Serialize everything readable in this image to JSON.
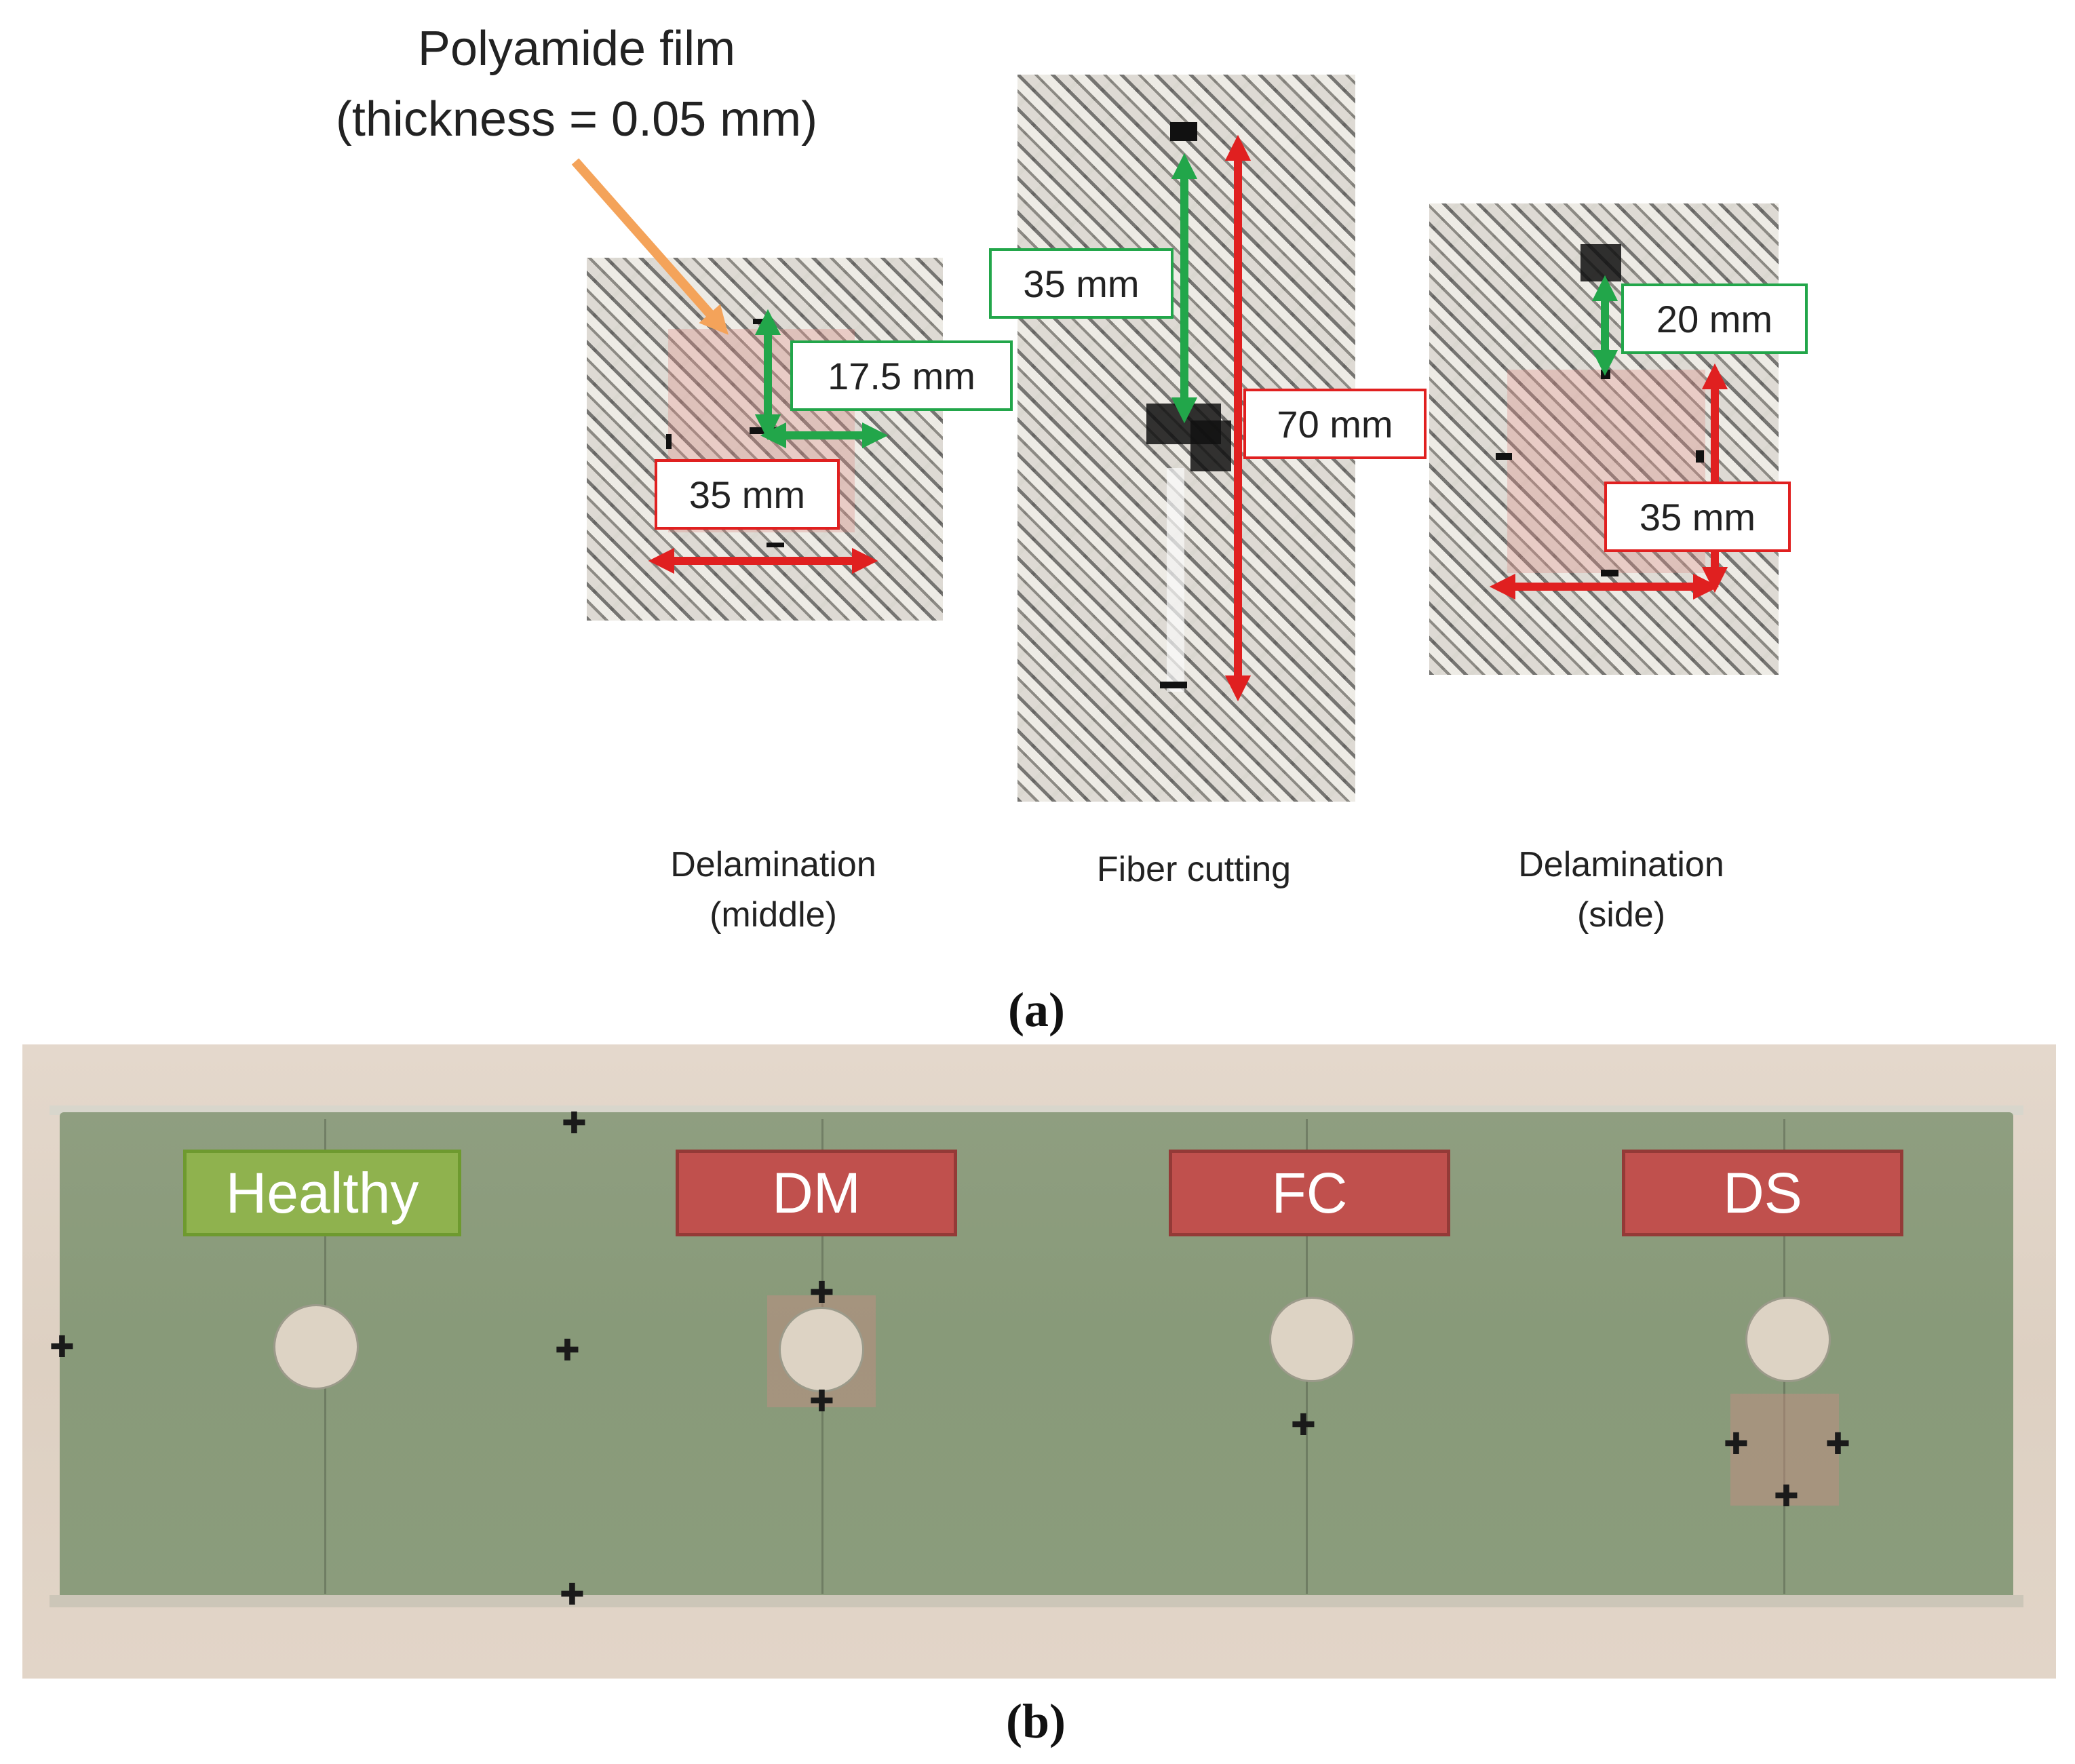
{
  "panel_a": {
    "film_label_line1": "Polyamide film",
    "film_label_line2": "(thickness = 0.05 mm)",
    "left_specimen": {
      "green_label": "17.5 mm",
      "red_label": "35 mm",
      "caption_line1": "Delamination",
      "caption_line2": "(middle)"
    },
    "center_specimen": {
      "green_label": "35 mm",
      "red_label": "70 mm",
      "caption_line1": "Fiber cutting"
    },
    "right_specimen": {
      "green_label": "20 mm",
      "red_label": "35 mm",
      "caption_line1": "Delamination",
      "caption_line2": "(side)"
    },
    "letter": "(a)"
  },
  "panel_b": {
    "tags": [
      "Healthy",
      "DM",
      "FC",
      "DS"
    ],
    "letter": "(b)"
  },
  "colors": {
    "green_arrow": "#22a64a",
    "red_arrow": "#e02020",
    "orange_arrow": "#f4a35a",
    "healthy_tag": "#8fb24e",
    "damage_tag": "#c0504d"
  }
}
